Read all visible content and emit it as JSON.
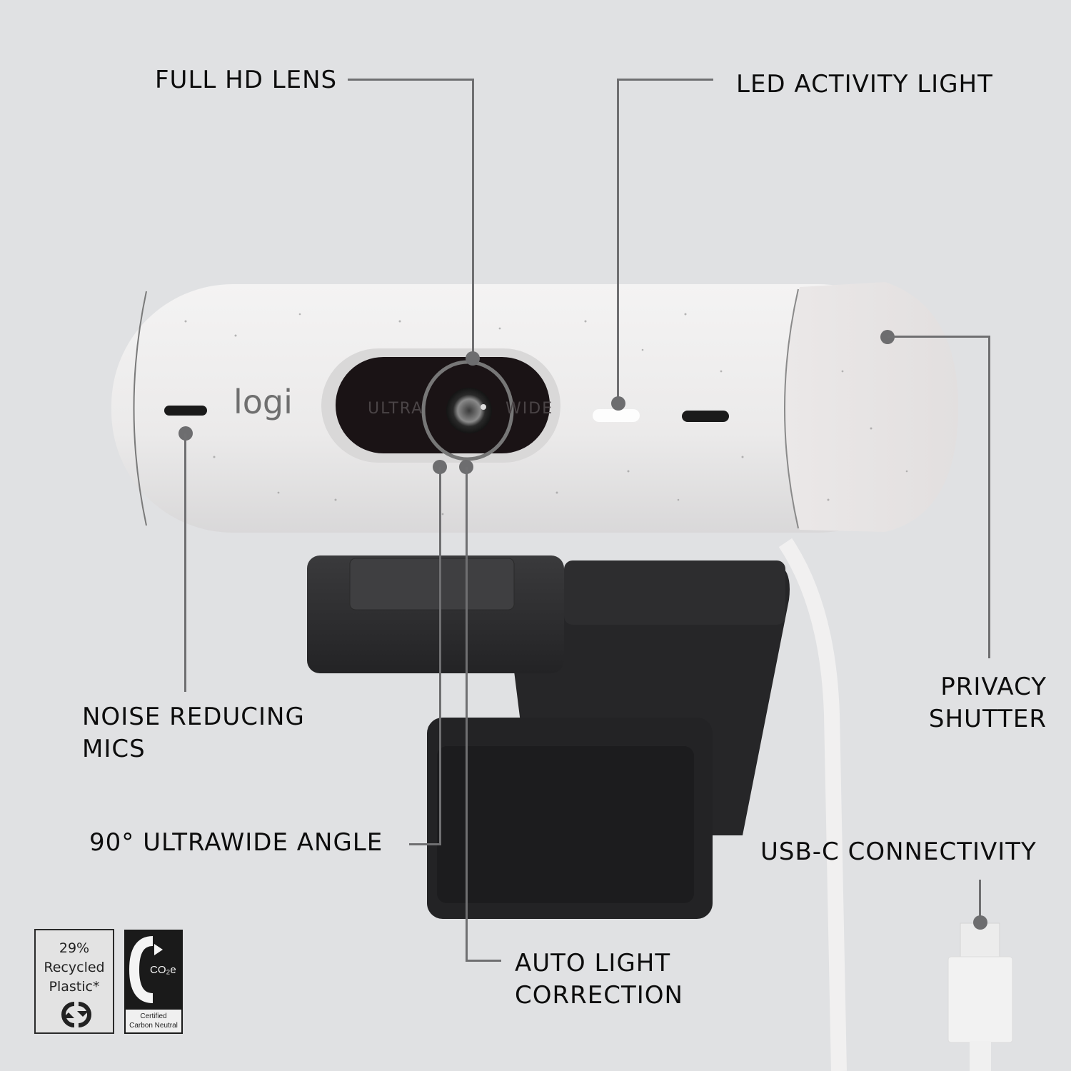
{
  "product": {
    "brand_logo": "logi",
    "lens_text_left": "ULTRA",
    "lens_text_right": "WIDE",
    "colors": {
      "background": "#e0e1e3",
      "body": "#ececec",
      "clip": "#2c2c2e",
      "lens_frame": "#1a1315",
      "callout_line": "#6f6f71",
      "label_text": "#0d0d0d"
    }
  },
  "callouts": [
    {
      "id": "full-hd-lens",
      "label": "FULL HD LENS"
    },
    {
      "id": "led-activity-light",
      "label": "LED ACTIVITY LIGHT"
    },
    {
      "id": "privacy-shutter",
      "label_line1": "PRIVACY",
      "label_line2": "SHUTTER"
    },
    {
      "id": "noise-reducing-mics",
      "label_line1": "NOISE REDUCING",
      "label_line2": "MICS"
    },
    {
      "id": "ultrawide-angle",
      "label": "90° ULTRAWIDE ANGLE"
    },
    {
      "id": "usb-c-connectivity",
      "label": "USB-C CONNECTIVITY"
    },
    {
      "id": "auto-light-correction",
      "label_line1": "AUTO LIGHT",
      "label_line2": "CORRECTION"
    }
  ],
  "badges": {
    "recycled": {
      "line1": "29%",
      "line2": "Recycled",
      "line3": "Plastic*",
      "icon": "recycle-arrows-icon"
    },
    "carbon": {
      "symbol": "C",
      "subscript_text": "CO₂e",
      "line1": "Certified",
      "line2": "Carbon Neutral",
      "icon": "carbon-neutral-icon"
    }
  }
}
